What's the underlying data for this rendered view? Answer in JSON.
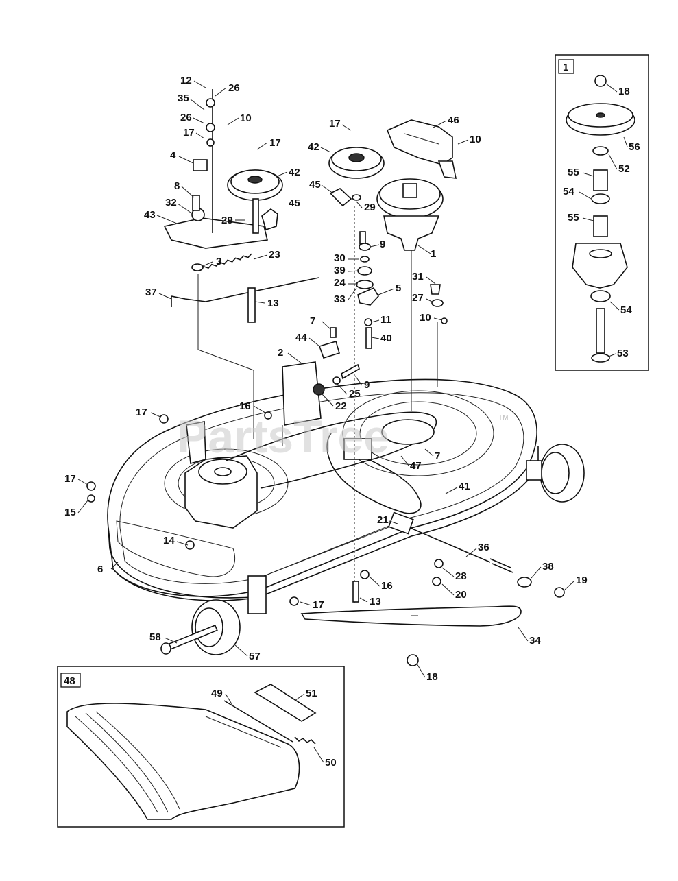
{
  "watermark": "PartsTree",
  "trademark": "TM",
  "inset_labels": {
    "spindle": "1",
    "deflector": "48"
  },
  "callouts": [
    {
      "id": "c12",
      "text": "12"
    },
    {
      "id": "c26a",
      "text": "26"
    },
    {
      "id": "c35",
      "text": "35"
    },
    {
      "id": "c26b",
      "text": "26"
    },
    {
      "id": "c10a",
      "text": "10"
    },
    {
      "id": "c17a",
      "text": "17"
    },
    {
      "id": "c17b",
      "text": "17"
    },
    {
      "id": "c4",
      "text": "4"
    },
    {
      "id": "c42a",
      "text": "42"
    },
    {
      "id": "c8",
      "text": "8"
    },
    {
      "id": "c32",
      "text": "32"
    },
    {
      "id": "c45a",
      "text": "45"
    },
    {
      "id": "c43",
      "text": "43"
    },
    {
      "id": "c29a",
      "text": "29"
    },
    {
      "id": "c3",
      "text": "3"
    },
    {
      "id": "c23",
      "text": "23"
    },
    {
      "id": "c37",
      "text": "37"
    },
    {
      "id": "c13a",
      "text": "13"
    },
    {
      "id": "c17c",
      "text": "17"
    },
    {
      "id": "c42b",
      "text": "42"
    },
    {
      "id": "c45b",
      "text": "45"
    },
    {
      "id": "c29b",
      "text": "29"
    },
    {
      "id": "c46",
      "text": "46"
    },
    {
      "id": "c10b",
      "text": "10"
    },
    {
      "id": "c9a",
      "text": "9"
    },
    {
      "id": "c30",
      "text": "30"
    },
    {
      "id": "c39",
      "text": "39"
    },
    {
      "id": "c24",
      "text": "24"
    },
    {
      "id": "c33",
      "text": "33"
    },
    {
      "id": "c5",
      "text": "5"
    },
    {
      "id": "c1",
      "text": "1"
    },
    {
      "id": "c31",
      "text": "31"
    },
    {
      "id": "c27",
      "text": "27"
    },
    {
      "id": "c10c",
      "text": "10"
    },
    {
      "id": "c11",
      "text": "11"
    },
    {
      "id": "c7a",
      "text": "7"
    },
    {
      "id": "c44",
      "text": "44"
    },
    {
      "id": "c40",
      "text": "40"
    },
    {
      "id": "c2",
      "text": "2"
    },
    {
      "id": "c9b",
      "text": "9"
    },
    {
      "id": "c25",
      "text": "25"
    },
    {
      "id": "c22",
      "text": "22"
    },
    {
      "id": "c16a",
      "text": "16"
    },
    {
      "id": "c17d",
      "text": "17"
    },
    {
      "id": "c47",
      "text": "47"
    },
    {
      "id": "c7b",
      "text": "7"
    },
    {
      "id": "c17e",
      "text": "17"
    },
    {
      "id": "c15",
      "text": "15"
    },
    {
      "id": "c41",
      "text": "41"
    },
    {
      "id": "c21",
      "text": "21"
    },
    {
      "id": "c14",
      "text": "14"
    },
    {
      "id": "c36",
      "text": "36"
    },
    {
      "id": "c6",
      "text": "6"
    },
    {
      "id": "c28",
      "text": "28"
    },
    {
      "id": "c38",
      "text": "38"
    },
    {
      "id": "c19",
      "text": "19"
    },
    {
      "id": "c16b",
      "text": "16"
    },
    {
      "id": "c20",
      "text": "20"
    },
    {
      "id": "c13b",
      "text": "13"
    },
    {
      "id": "c17f",
      "text": "17"
    },
    {
      "id": "c34",
      "text": "34"
    },
    {
      "id": "c58",
      "text": "58"
    },
    {
      "id": "c57",
      "text": "57"
    },
    {
      "id": "c18a",
      "text": "18"
    },
    {
      "id": "c18b",
      "text": "18"
    },
    {
      "id": "c56",
      "text": "56"
    },
    {
      "id": "c52",
      "text": "52"
    },
    {
      "id": "c55a",
      "text": "55"
    },
    {
      "id": "c54a",
      "text": "54"
    },
    {
      "id": "c55b",
      "text": "55"
    },
    {
      "id": "c54b",
      "text": "54"
    },
    {
      "id": "c53",
      "text": "53"
    },
    {
      "id": "c49",
      "text": "49"
    },
    {
      "id": "c51",
      "text": "51"
    },
    {
      "id": "c50",
      "text": "50"
    }
  ]
}
